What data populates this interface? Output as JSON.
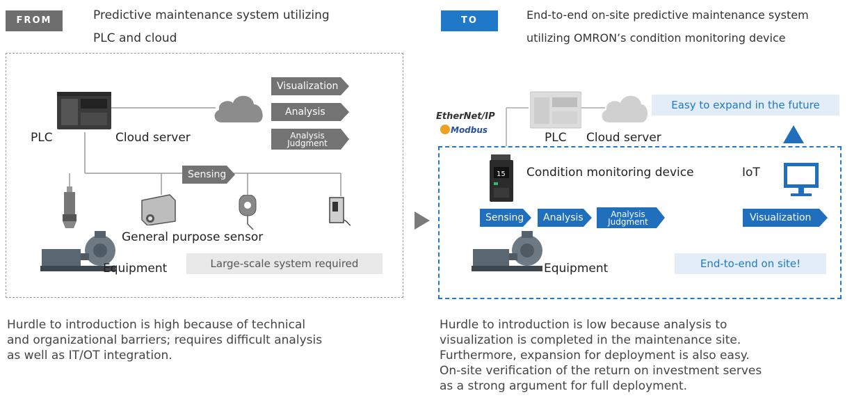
{
  "left": {
    "tag": "FROM",
    "title_line1": "Predictive maintenance system utilizing",
    "title_line2": "PLC and cloud",
    "plc_label": "PLC",
    "cloud_label": "Cloud server",
    "tags": [
      "Visualization",
      "Analysis"
    ],
    "judgment_line1": "Analysis",
    "judgment_line2": "Judgment",
    "sensing_tag": "Sensing",
    "sensor_label": "General purpose sensor",
    "equipment_label": "Equipment",
    "note": "Large-scale system required",
    "desc_lines": [
      "Hurdle to introduction is high because of technical",
      "and organizational barriers; requires difficult analysis",
      "as well as IT/OT integration."
    ]
  },
  "right": {
    "tag": "TO",
    "title_line1": "End-to-end on-site predictive maintenance system",
    "title_line2": "utilizing OMRON’s condition monitoring device",
    "ethernet": "EtherNet/IP",
    "modbus": "Modbus",
    "plc_label": "PLC",
    "cloud_label": "Cloud server",
    "expand_note": "Easy to expand in the future",
    "device_label": "Condition monitoring device",
    "iot_label": "IoT",
    "sensing_tag": "Sensing",
    "analysis_tag": "Analysis",
    "judgment_line1": "Analysis",
    "judgment_line2": "Judgment",
    "visualization_tag": "Visualization",
    "equipment_label": "Equipment",
    "onsite_note": "End-to-end on site!",
    "desc_lines": [
      "Hurdle to introduction is low because analysis to",
      "visualization is completed in the maintenance site.",
      "Furthermore, expansion for deployment is also easy.",
      "On-site verification of the return on investment serves",
      "as a strong argument for full deployment."
    ]
  },
  "colors": {
    "grey_tag": "#737373",
    "blue_tag": "#1f6fbd",
    "note_grey_bg": "#e8e8e8",
    "note_blue_bg": "#e3edf7",
    "accent_blue": "#1f78c8"
  }
}
